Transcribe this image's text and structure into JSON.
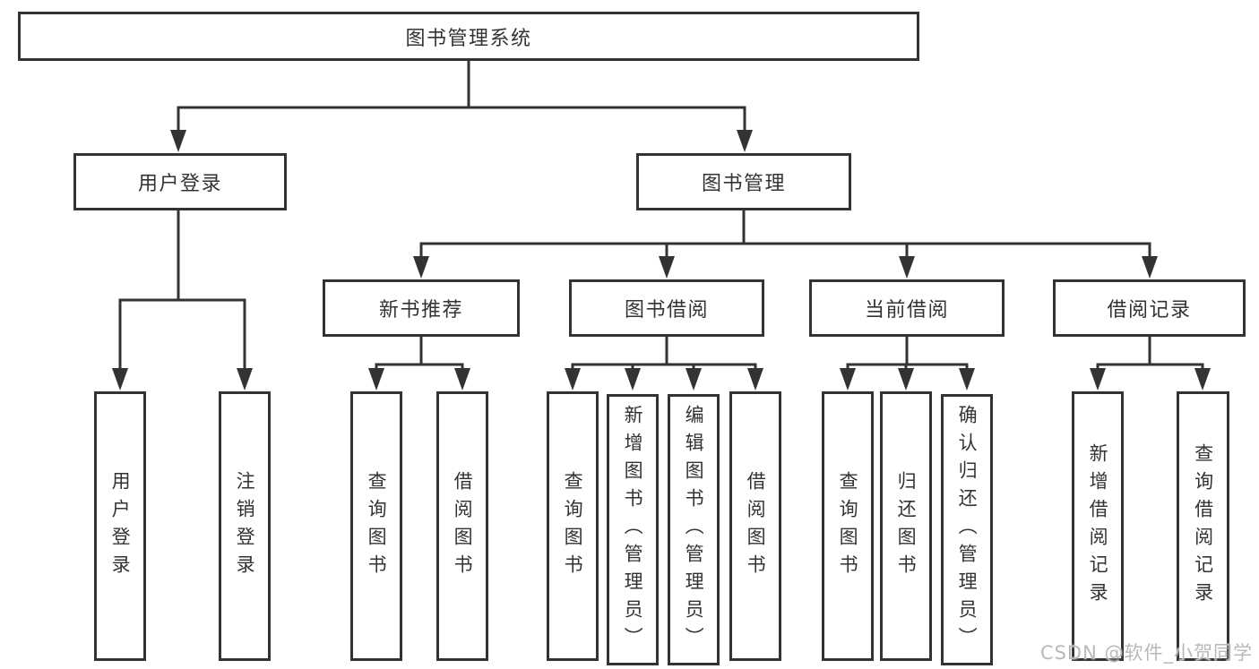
{
  "diagram": {
    "watermark": "CSDN @软件_小贺同学",
    "colors": {
      "line": "#333333",
      "box_border": "#333333",
      "text": "#333333",
      "background": "#ffffff",
      "watermark_text": "#b9b9b9"
    },
    "tree": {
      "label": "图书管理系统",
      "children": [
        {
          "label": "用户登录",
          "children": [
            {
              "label": "用户登录"
            },
            {
              "label": "注销登录"
            }
          ]
        },
        {
          "label": "图书管理",
          "children": [
            {
              "label": "新书推荐",
              "children": [
                {
                  "label": "查询图书"
                },
                {
                  "label": "借阅图书"
                }
              ]
            },
            {
              "label": "图书借阅",
              "children": [
                {
                  "label": "查询图书"
                },
                {
                  "label": "新增图书（管理员）"
                },
                {
                  "label": "编辑图书（管理员）"
                },
                {
                  "label": "借阅图书"
                }
              ]
            },
            {
              "label": "当前借阅",
              "children": [
                {
                  "label": "查询图书"
                },
                {
                  "label": "归还图书"
                },
                {
                  "label": "确认归还（管理员）"
                }
              ]
            },
            {
              "label": "借阅记录",
              "children": [
                {
                  "label": "新增借阅记录"
                },
                {
                  "label": "查询借阅记录"
                }
              ]
            }
          ]
        }
      ]
    }
  }
}
